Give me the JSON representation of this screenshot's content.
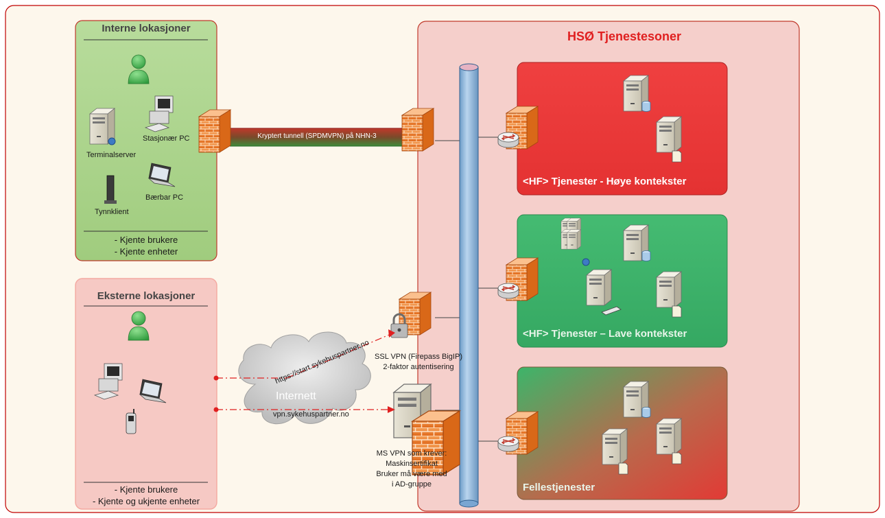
{
  "internal": {
    "title": "Interne lokasjoner",
    "devices": {
      "terminal_server": "Terminalserver",
      "desktop": "Stasjonær PC",
      "laptop": "Bærbar PC",
      "thin_client": "Tynnklient"
    },
    "notes": [
      "- Kjente brukere",
      "- Kjente enheter"
    ]
  },
  "external": {
    "title": "Eksterne lokasjoner",
    "notes": [
      "- Kjente brukere",
      "- Kjente og ukjente enheter"
    ]
  },
  "tunnel": {
    "label": "Kryptert tunnell (SPDMVPN) på NHN-3"
  },
  "internet": {
    "cloud_label": "Internett",
    "ssl_url": "https://start.sykehuspartner.no",
    "vpn_url": "vpn.sykehuspartner.no"
  },
  "ssl_vpn": {
    "lines": [
      "SSL VPN (Firepass BigIP)",
      "2-faktor autentisering"
    ]
  },
  "ms_vpn": {
    "lines": [
      "MS VPN som krever:",
      "Maskinsertifikat",
      "Bruker må være med",
      "i AD-gruppe"
    ]
  },
  "hso": {
    "title": "HSØ Tjenestesoner",
    "zones": {
      "high": "<HF> Tjenester - Høye kontekster",
      "low": "<HF> Tjenester – Lave kontekster",
      "shared": "Fellestjenester"
    }
  },
  "colors": {
    "outer_border": "#c00000",
    "internal_fill": "#a9d18e",
    "external_fill": "#f4c7c3",
    "hso_fill": "#f4cccc",
    "zone_high": "#ee3a3a",
    "zone_low": "#3bb268",
    "title_red": "#e02020",
    "bus_blue": "#9dc3e6"
  }
}
